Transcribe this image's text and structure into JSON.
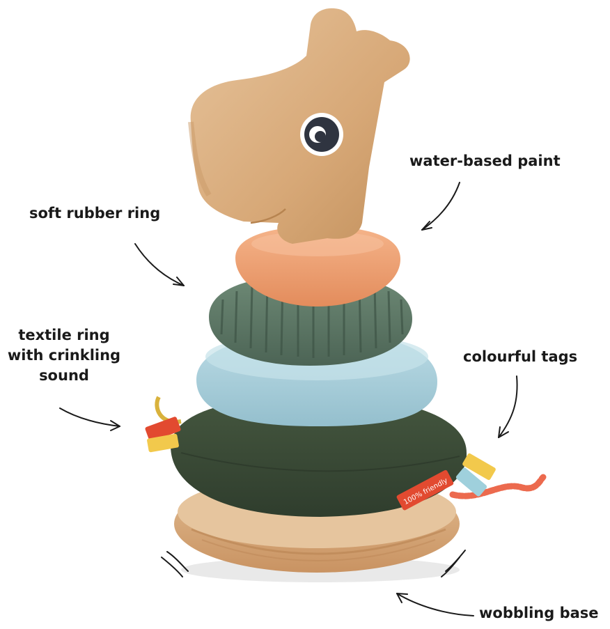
{
  "callouts": {
    "water_based_paint": "water-based paint",
    "soft_rubber_ring": "soft rubber ring",
    "textile_ring": [
      "textile ring",
      "with crinkling",
      "sound"
    ],
    "colourful_tags": "colourful tags",
    "wobbling_base": "wobbling base"
  },
  "product": {
    "tag_text": "100% friendly"
  },
  "colors": {
    "wood": "#d7a877",
    "orange_ring": "#f0a06e",
    "green_rubber_ring": "#5f7b68",
    "blue_ring": "#a9cfdb",
    "textile_ring": "#3b4b38",
    "eye": "#2f3440",
    "tag_red": "#e24a30",
    "tag_yellow": "#f2c94c"
  }
}
